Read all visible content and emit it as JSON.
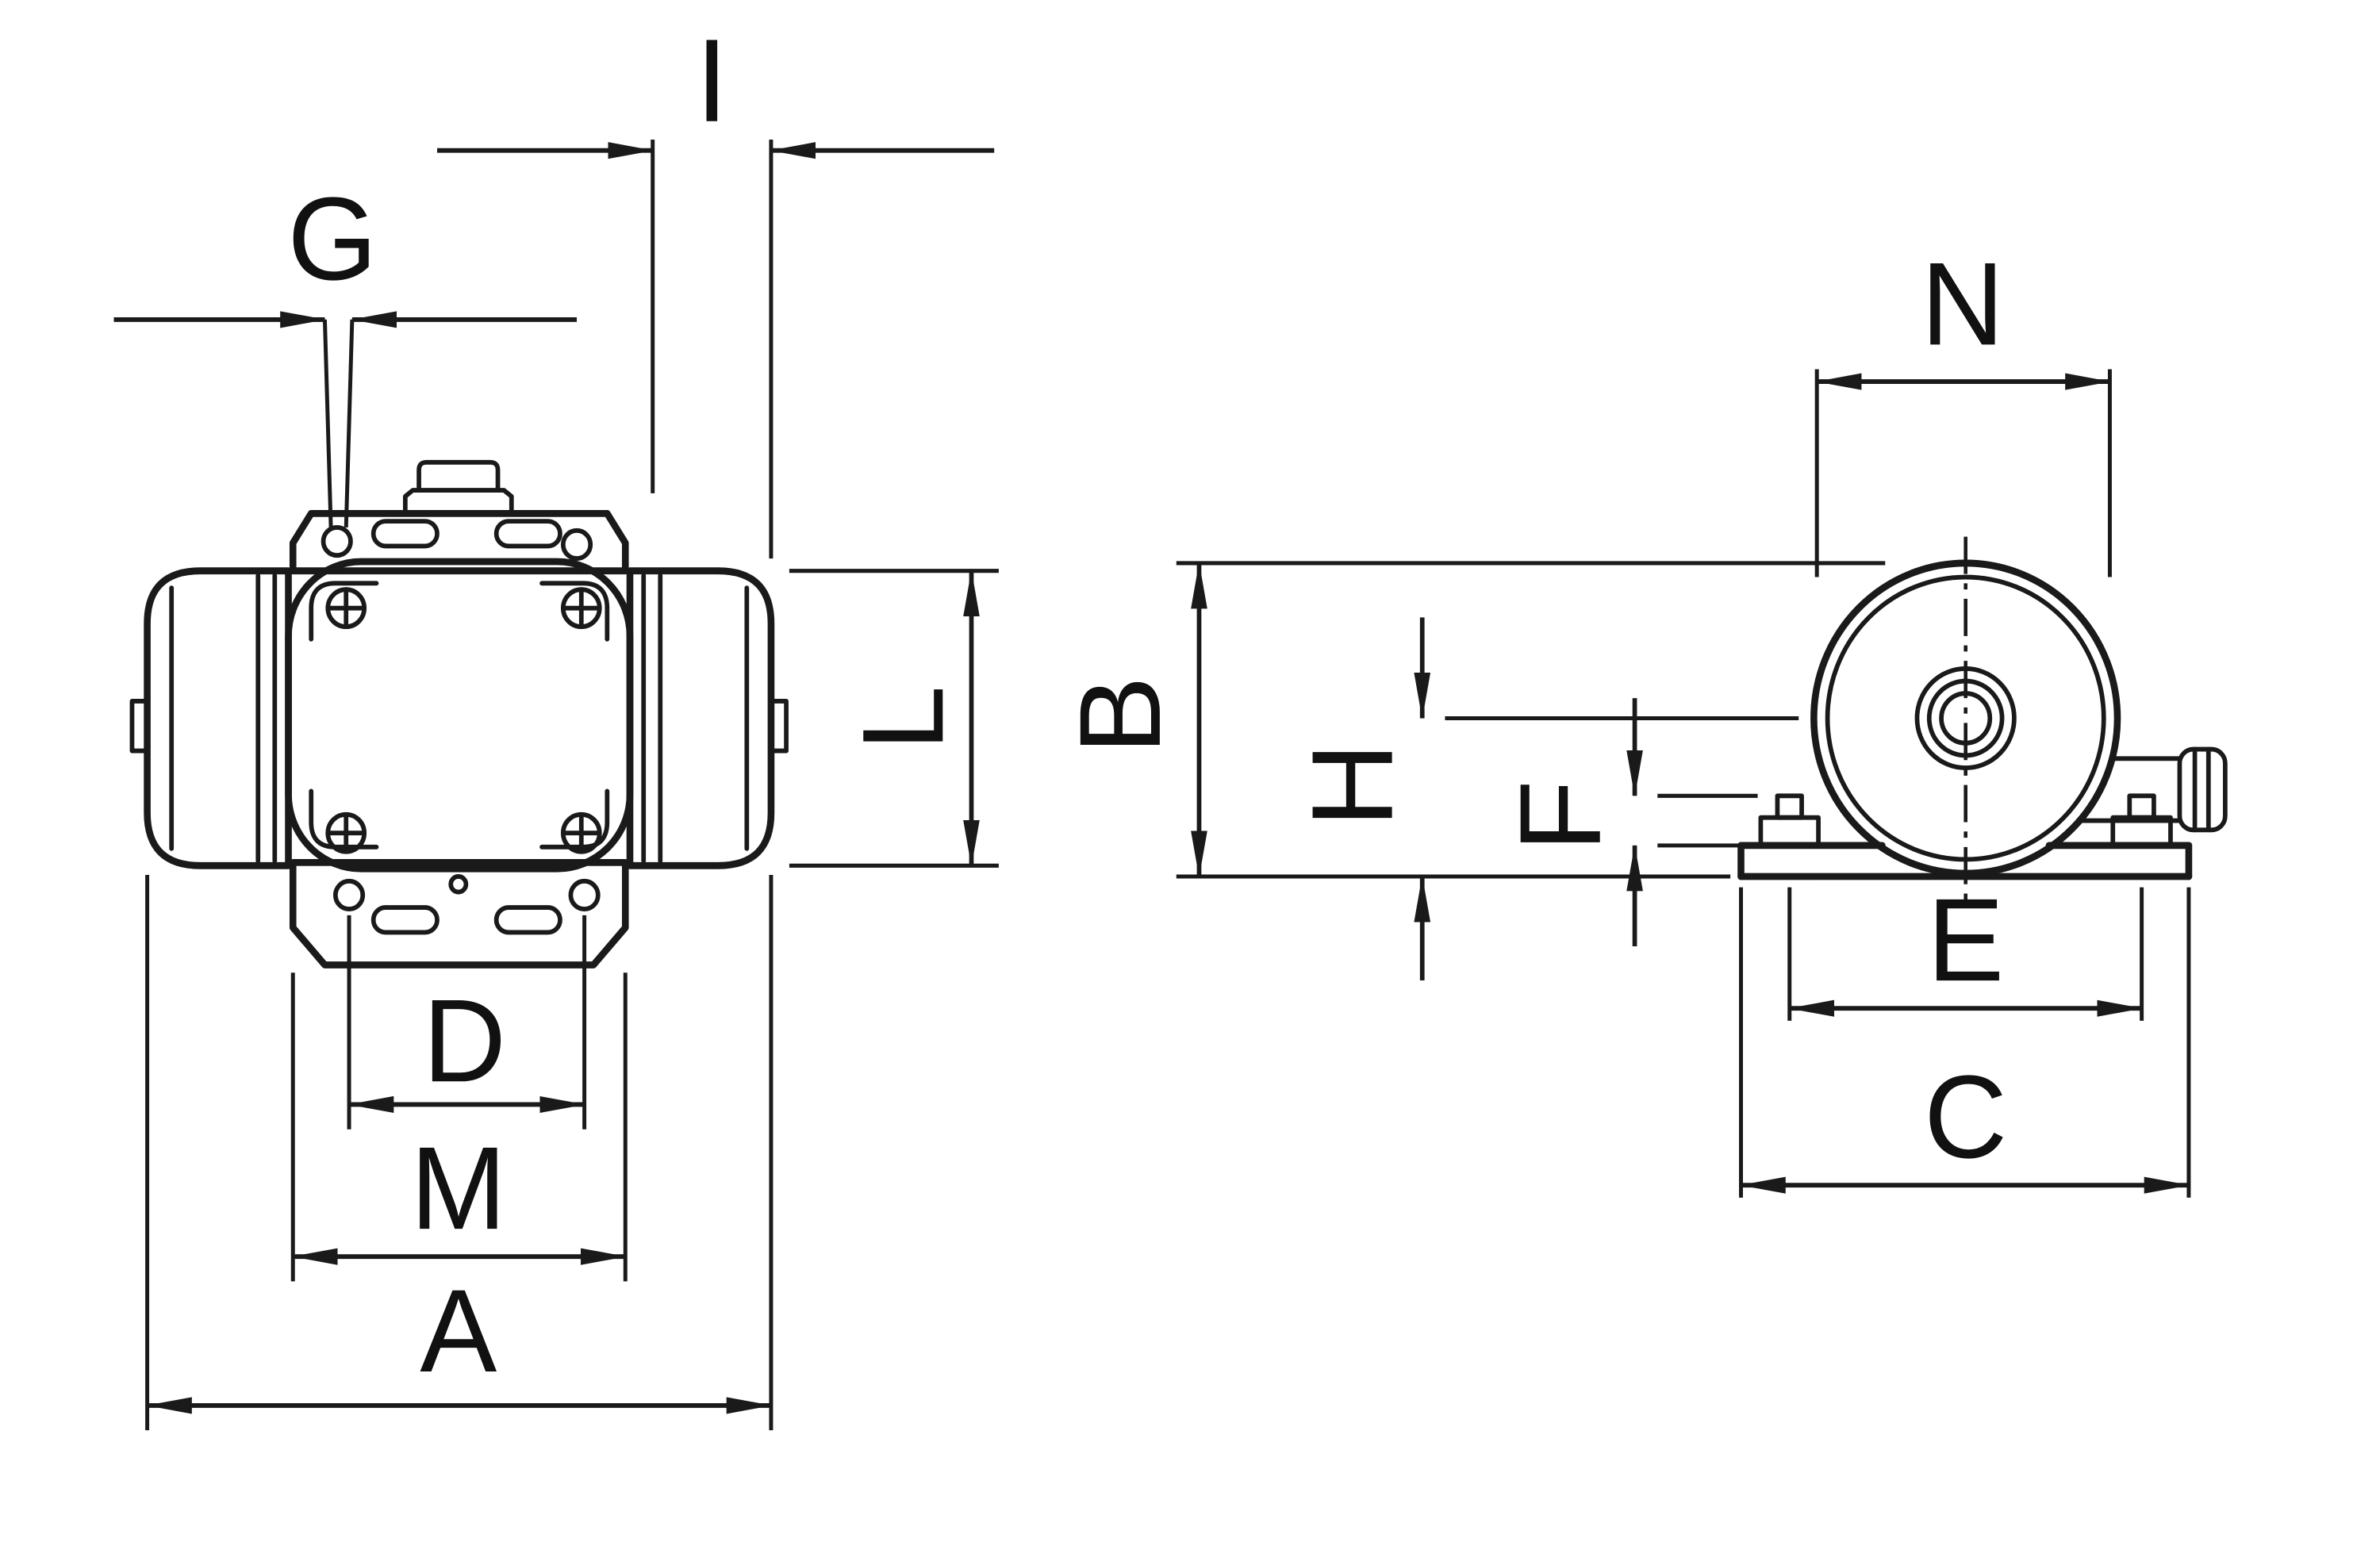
{
  "diagram": {
    "type": "technical-dimension-drawing",
    "background_color": "#ffffff",
    "line_color": "#1a1a1a",
    "front_view": {
      "dim_i": "I",
      "dim_g": "G",
      "dim_l": "L",
      "dim_d": "D",
      "dim_m": "M",
      "dim_a": "A"
    },
    "end_view": {
      "dim_n": "N",
      "dim_b": "B",
      "dim_h": "H",
      "dim_f": "F",
      "dim_e": "E",
      "dim_c": "C"
    }
  }
}
